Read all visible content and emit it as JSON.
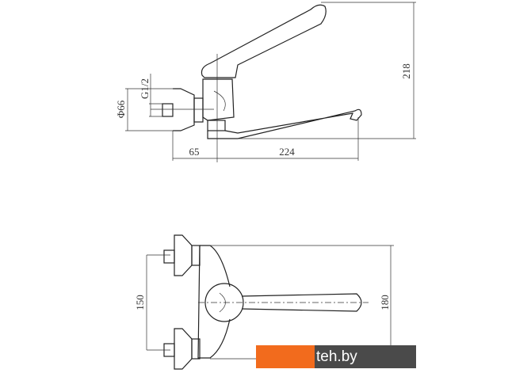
{
  "side_view": {
    "dimensions": {
      "height": "218",
      "wall_offset": "65",
      "spout_reach": "224",
      "flange_diameter": "Φ66",
      "thread": "G1/2"
    }
  },
  "top_view": {
    "dimensions": {
      "inlet_spacing": "150",
      "width": "180"
    }
  },
  "watermark": {
    "text": "teh.by",
    "colors": {
      "left": "#f26b1d",
      "right": "#4a4a4a"
    }
  }
}
